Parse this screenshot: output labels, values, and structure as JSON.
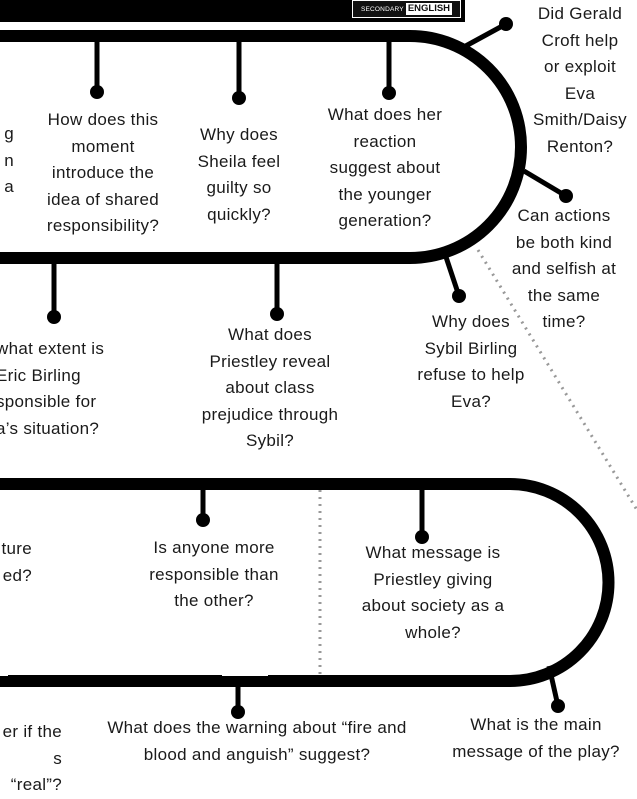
{
  "brand": {
    "secondary": "SECONDARY",
    "english": "ENGLISH"
  },
  "colors": {
    "line": "#000000",
    "text": "#1a1a1a",
    "dots": "#999999"
  },
  "questions": {
    "q_left_cut_1": "g\nn\na",
    "q_shared": "How does this\nmoment\nintroduce the\nidea of shared\nresponsibility?",
    "q_sheila": "Why does\nSheila feel\nguilty so\nquickly?",
    "q_reaction": "What does her\nreaction\nsuggest about\nthe younger\ngeneration?",
    "q_gerald": "Did Gerald\nCroft help\nor exploit\nEva\nSmith/Daisy\nRenton?",
    "q_kind": "Can actions\nbe both kind\nand selfish at\nthe same\ntime?",
    "q_sybil": "Why does\nSybil Birling\nrefuse to help\nEva?",
    "q_class": "What does\nPriestley reveal\nabout class\nprejudice through\nSybil?",
    "q_eric": "what extent is\nEric Birling\nsponsible for\na’s situation?",
    "q_left_cut_2": "ture\ned?",
    "q_more": "Is anyone more\nresponsible than\nthe other?",
    "q_society": "What message is\nPriestley giving\nabout society as a\nwhole?",
    "q_left_cut_3": "er if the\ns “real”?",
    "q_warning": "What does the warning about “fire and\nblood and anguish” suggest?",
    "q_message": "What is the main\nmessage of the play?"
  }
}
